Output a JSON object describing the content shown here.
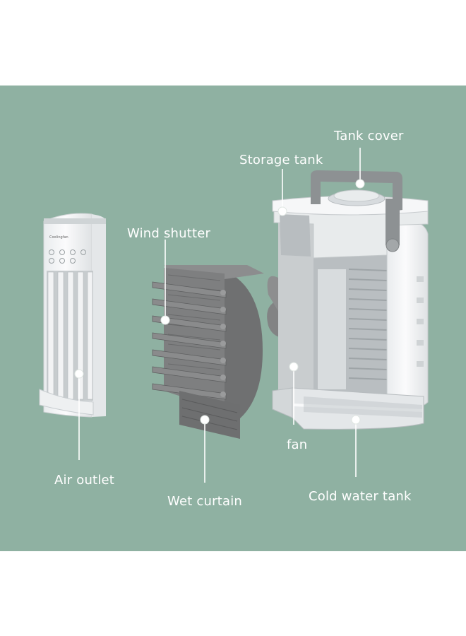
{
  "colors": {
    "background": "#8fb1a2",
    "label_text": "#ffffff",
    "leader_line": "#ffffff",
    "device_body": "#f4f5f6",
    "dark_grey_part": "#7a7b7c"
  },
  "front_panel": {
    "brand": "Coolingfan"
  },
  "labels": {
    "tank_cover": "Tank cover",
    "storage_tank": "Storage tank",
    "wind_shutter": "Wind shutter",
    "fan": "fan",
    "air_outlet": "Air outlet",
    "wet_curtain": "Wet curtain",
    "cold_water_tank": "Cold water tank"
  }
}
